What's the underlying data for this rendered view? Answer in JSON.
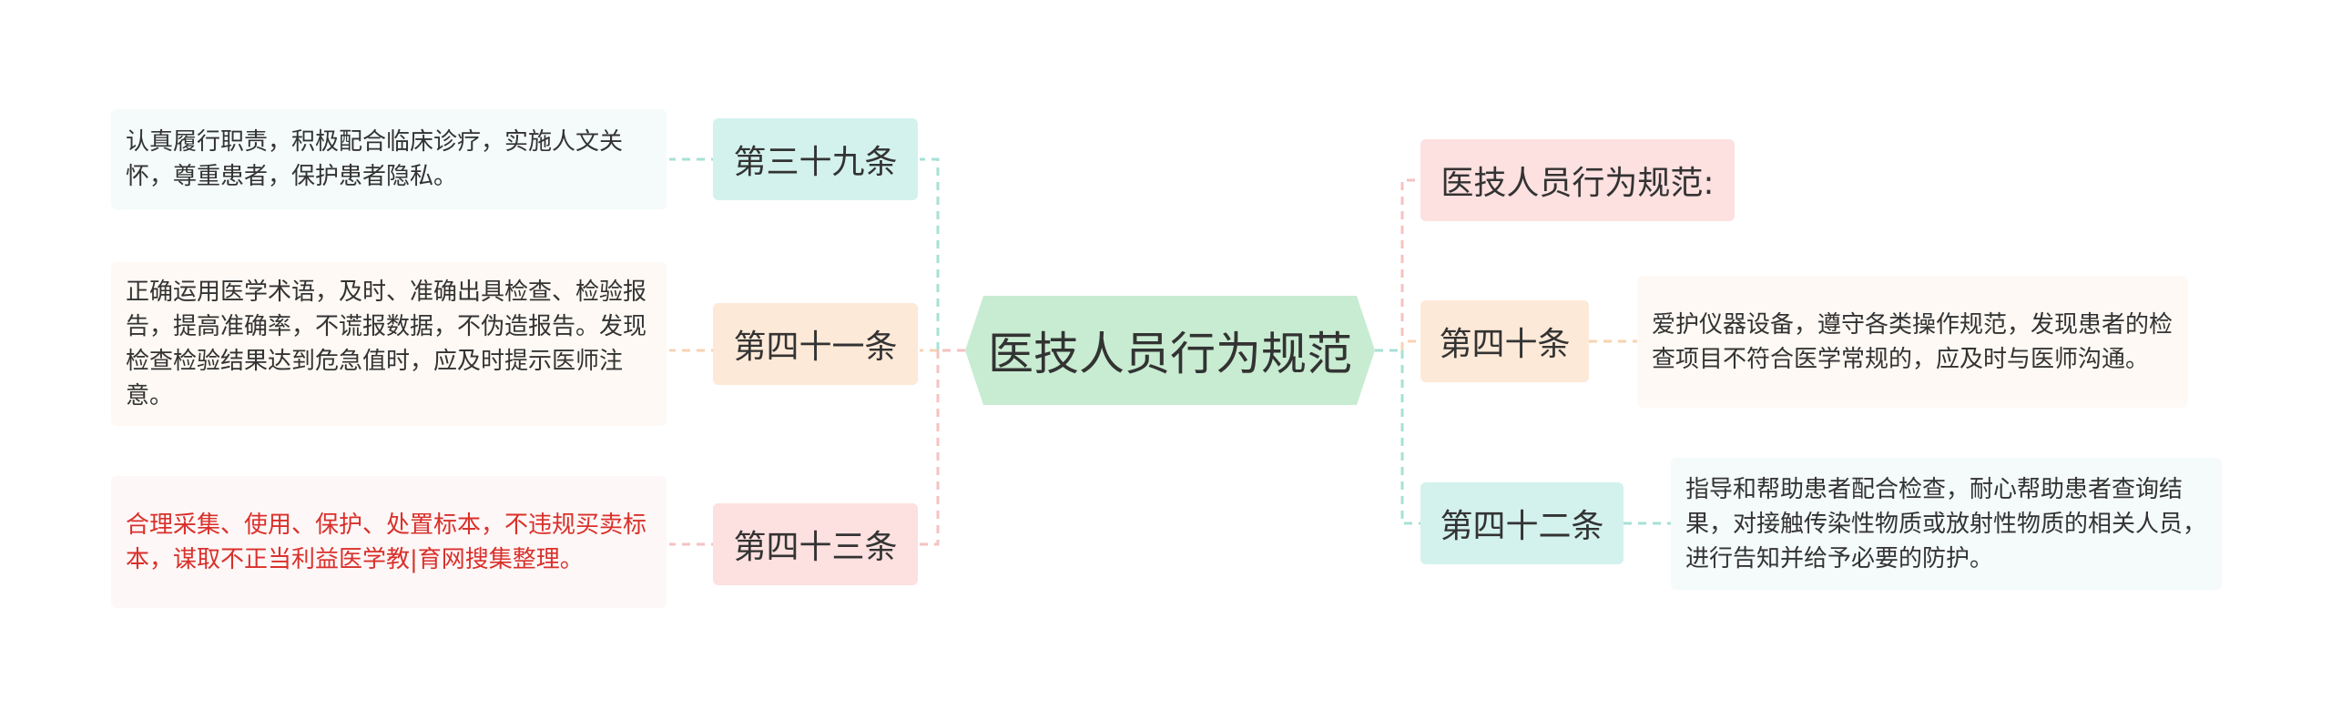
{
  "colors": {
    "central_bg": "#c8ecd1",
    "teal_bg": "#d3f2ed",
    "teal_line": "#a7e0d6",
    "peach_bg": "#fde9d8",
    "peach_line": "#f7d3b3",
    "pink_bg": "#fde0e0",
    "pink_line": "#f6c2c2",
    "leaf_teal_bg": "#f4fbfa",
    "leaf_peach_bg": "#fef9f4",
    "leaf_pink_bg": "#fef7f7",
    "red_text": "#d9302b"
  },
  "central": {
    "label": "医技人员行为规范"
  },
  "left": [
    {
      "label": "第三十九条",
      "leaf": "认真履行职责，积极配合临床诊疗，实施人文关怀，尊重患者，保护患者隐私。"
    },
    {
      "label": "第四十一条",
      "leaf": "正确运用医学术语，及时、准确出具检查、检验报告，提高准确率，不谎报数据，不伪造报告。发现检查检验结果达到危急值时，应及时提示医师注意。"
    },
    {
      "label": "第四十三条",
      "leaf": "合理采集、使用、保护、处置标本，不违规买卖标本，谋取不正当利益医学教|育网搜集整理。"
    }
  ],
  "right": [
    {
      "label": "医技人员行为规范:"
    },
    {
      "label": "第四十条",
      "leaf": "爱护仪器设备，遵守各类操作规范，发现患者的检查项目不符合医学常规的，应及时与医师沟通。"
    },
    {
      "label": "第四十二条",
      "leaf": "指导和帮助患者配合检查，耐心帮助患者查询结果，对接触传染性物质或放射性物质的相关人员，进行告知并给予必要的防护。"
    }
  ]
}
